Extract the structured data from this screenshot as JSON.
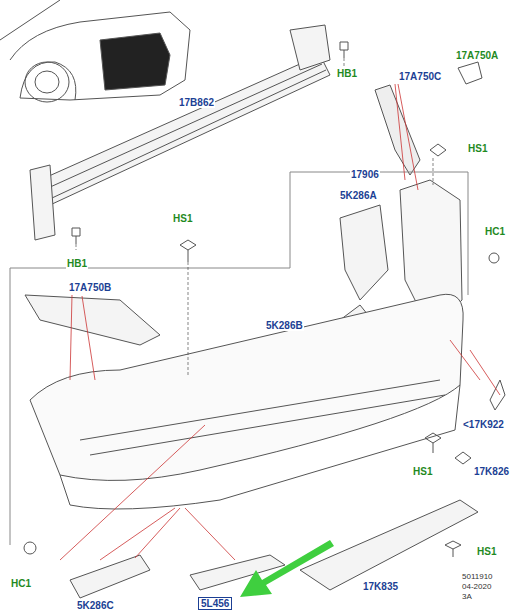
{
  "diagram": {
    "labels": [
      "HB1",
      "17B862",
      "17A750A",
      "17A750C",
      "HS1",
      "17906",
      "5K286A",
      "HB1",
      "HS1",
      "HC1",
      "17A750B",
      "5K286B",
      "<17K922",
      "HS1",
      "17K826",
      "HS1",
      "HC1",
      "17K835",
      "5K286C",
      "5L456",
      "5011910",
      "04-2020",
      "3A"
    ]
  }
}
